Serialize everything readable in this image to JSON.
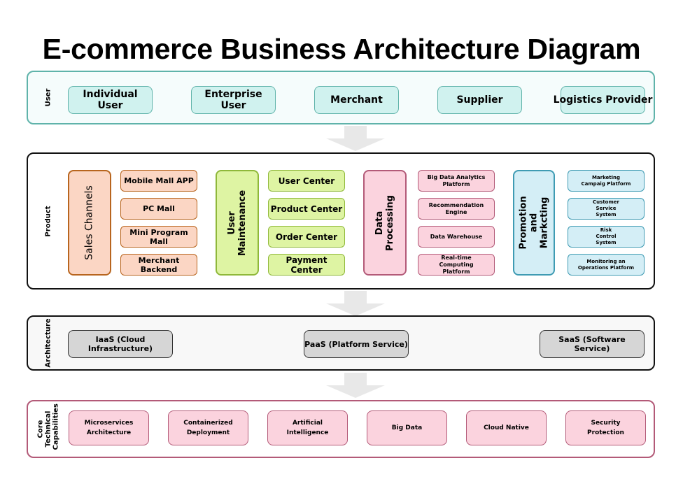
{
  "title": "E-commerce Business Architecture Diagram",
  "colors": {
    "user": "#5fb3aa",
    "sales_channels": "#b8651e",
    "user_maintenance": "#8fb83a",
    "data_processing": "#b35a78",
    "promotion_marketing": "#3f9bb3",
    "architecture": "#d6d6d6",
    "core": "#b35a78",
    "arrow": "#e8e8e8"
  },
  "layers": {
    "user": {
      "label": "User",
      "items": [
        "Individual User",
        "Enterprise User",
        "Merchant",
        "Supplier",
        "Logistics Provider"
      ]
    },
    "product": {
      "label": "Product",
      "groups": [
        {
          "name": "Sales Channels",
          "items": [
            "Mobile Mall APP",
            "PC Mall",
            "Mini Program Mall",
            "Merchant Backend"
          ]
        },
        {
          "name": "User Maintenance",
          "items": [
            "User Center",
            "Product Center",
            "Order Center",
            "Payment Center"
          ]
        },
        {
          "name": "Data Processing",
          "items": [
            "Big Data Analytics Platform",
            "Recommendation Engine",
            "Data Warehouse",
            "Real-time Computing Platform"
          ]
        },
        {
          "name": "Promotion and Markcting",
          "items": [
            "Marketing Campaig Platform",
            "Customer Service System",
            "Risk Control System",
            "Monitoring an Operations Platform"
          ]
        }
      ]
    },
    "architecture": {
      "label": "Architecture",
      "items": [
        "IaaS (Cloud Infrastructure)",
        "PaaS (Platform Service)",
        "SaaS (Software Service)"
      ]
    },
    "core": {
      "label": "Core Technical Capabilities",
      "items": [
        "Microservices Architecture",
        "Containerized Deployment",
        "Artificial Intelligence",
        "Big Data",
        "Cloud Native",
        "Security Protection"
      ]
    }
  }
}
